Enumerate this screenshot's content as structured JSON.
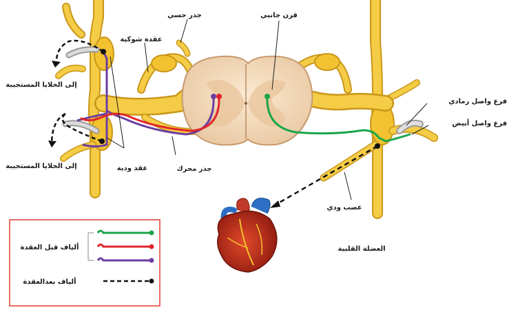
{
  "labels": {
    "sensory_root": "جذر حسي",
    "lateral_horn": "قرن جانبي",
    "spinal_ganglion": "عقدة شوكية",
    "to_effector_cells_top": "إلى الخلايا المستجيبة",
    "to_effector_cells_bottom": "إلى الخلايا المستجيبة",
    "grey_ramus": "فرع واصل رمادي",
    "white_ramus": "فرع واصل أبيض",
    "sympathetic_ganglia": "عقد ودية",
    "motor_root": "جذر محرك",
    "sympathetic_nerve": "عصب ودي",
    "cardiac_muscle": "العضلة القلبية"
  },
  "legend": {
    "preganglionic": "ألياف قبل العقدة",
    "postganglionic": "ألياف بعدالعقدة"
  },
  "colors": {
    "nerve": "#f2c230",
    "nerve_dark": "#c9961a",
    "green_fiber": "#1aa64a",
    "red_fiber": "#e0262b",
    "purple_fiber": "#6a3ea1",
    "legend_border": "#e33b2e"
  }
}
